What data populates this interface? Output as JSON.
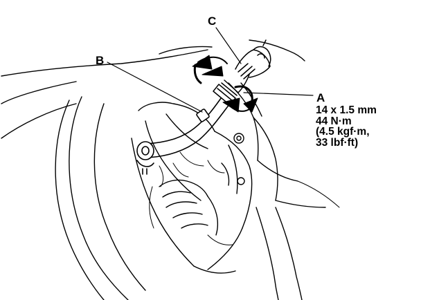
{
  "labels": {
    "a": "A",
    "b": "B",
    "c": "C"
  },
  "spec": {
    "thread": "14 x 1.5 mm",
    "torque_nm": "44 N·m",
    "torque_kgfm": "(4.5 kgf·m,",
    "torque_lbfft": "33 lbf·ft)"
  },
  "colors": {
    "line": "#000000",
    "background": "#ffffff"
  }
}
